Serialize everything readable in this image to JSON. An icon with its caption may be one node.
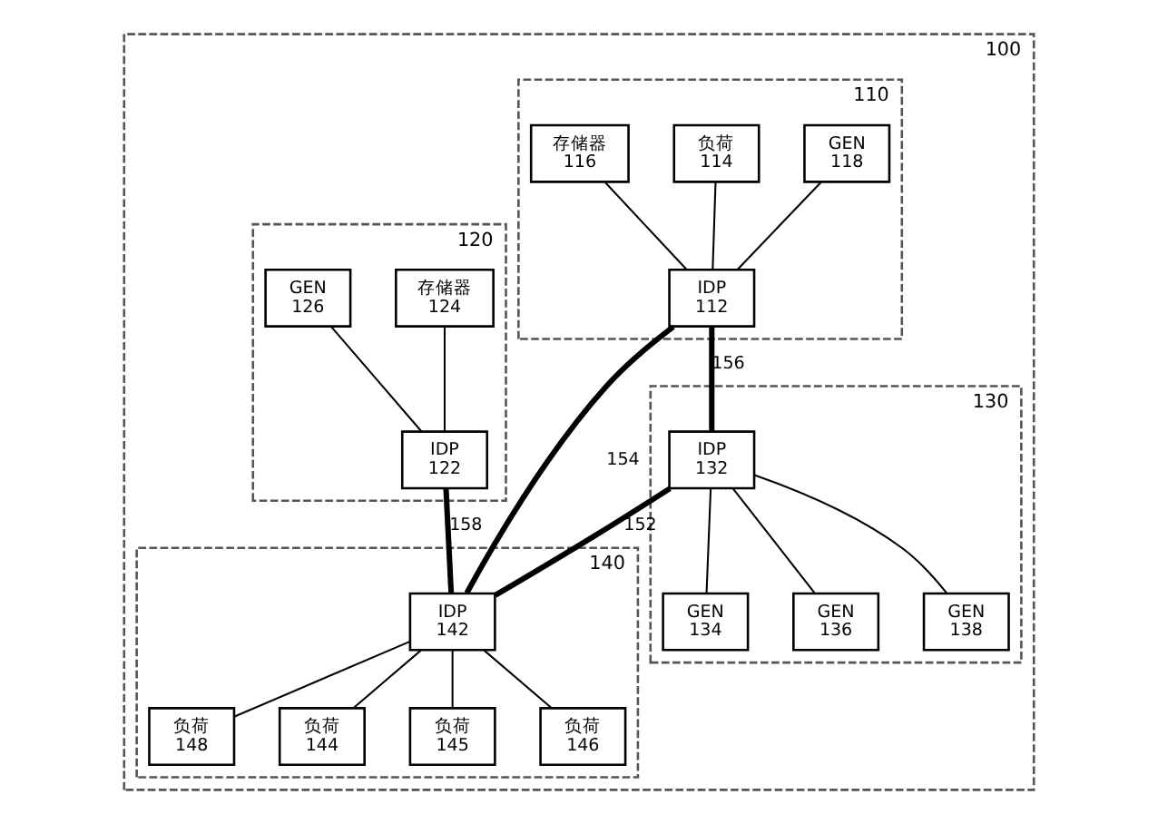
{
  "diagram": {
    "nodes": [
      {
        "text": [
          "100"
        ]
      },
      {
        "text": [
          "110"
        ],
        "in": 0
      },
      {
        "text": [
          "GEN",
          "118"
        ],
        "in": 1
      },
      {
        "text": [
          "负荷",
          "114"
        ],
        "in": 1
      },
      {
        "text": [
          "存储器",
          "116"
        ],
        "in": 1
      },
      {
        "text": [
          "IDP",
          "112"
        ],
        "in": 1
      },
      {
        "text": [
          "120"
        ],
        "in": 0
      },
      {
        "text": [
          "存储器",
          "124"
        ],
        "in": 6
      },
      {
        "text": [
          "GEN",
          "126"
        ],
        "in": 6
      },
      {
        "text": [
          "IDP",
          "122"
        ],
        "in": 6
      },
      {
        "text": [
          "130"
        ],
        "in": 0
      },
      {
        "text": [
          "IDP",
          "132"
        ],
        "in": 10
      },
      {
        "text": [
          "GEN",
          "134"
        ],
        "in": 10
      },
      {
        "text": [
          "GEN",
          "136"
        ],
        "in": 10
      },
      {
        "text": [
          "GEN",
          "138"
        ],
        "in": 10
      },
      {
        "text": [
          "140"
        ],
        "in": 0
      },
      {
        "text": [
          "IDP",
          "142"
        ],
        "in": 15
      },
      {
        "text": [
          "负荷",
          "148"
        ],
        "in": 15
      },
      {
        "text": [
          "负荷",
          "144"
        ],
        "in": 15
      },
      {
        "text": [
          "负荷",
          "145"
        ],
        "in": 15
      },
      {
        "text": [
          "负荷",
          "146"
        ],
        "in": 15
      }
    ],
    "edges": [
      {
        "from": 2,
        "to": 5,
        "arrow": "none"
      },
      {
        "from": 3,
        "to": 5,
        "arrow": "none"
      },
      {
        "from": 4,
        "to": 5,
        "arrow": "none"
      },
      {
        "from": 7,
        "to": 9,
        "arrow": "none"
      },
      {
        "from": 8,
        "to": 9,
        "arrow": "none"
      },
      {
        "from": 5,
        "to": 11,
        "arrow": "none",
        "label": "156",
        "style": "thick"
      },
      {
        "from": 5,
        "to": 16,
        "arrow": "none",
        "label": "154",
        "style": "thick"
      },
      {
        "from": 9,
        "to": 16,
        "arrow": "none",
        "label": "158",
        "style": "thick"
      },
      {
        "from": 11,
        "to": 16,
        "arrow": "none",
        "label": "152",
        "style": "thick"
      },
      {
        "from": 11,
        "to": 12,
        "arrow": "none"
      },
      {
        "from": 11,
        "to": 13,
        "arrow": "none"
      },
      {
        "from": 11,
        "to": 14,
        "arrow": "none"
      },
      {
        "from": 16,
        "to": 17,
        "arrow": "none"
      },
      {
        "from": 16,
        "to": 18,
        "arrow": "none"
      },
      {
        "from": 16,
        "to": 19,
        "arrow": "none"
      },
      {
        "from": 16,
        "to": 20,
        "arrow": "none"
      }
    ]
  }
}
